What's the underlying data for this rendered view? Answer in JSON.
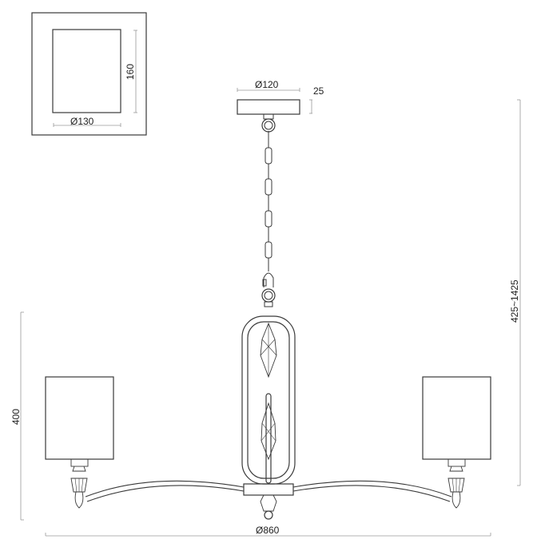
{
  "drawing": {
    "title": "Chandelier dimension drawing",
    "colors": {
      "line": "#3a3a3a",
      "dim": "#9a9a9a",
      "text": "#222222",
      "bg": "#ffffff"
    }
  },
  "inset": {
    "shade_diameter": "Ø130",
    "shade_height": "160"
  },
  "canopy": {
    "diameter": "Ø120",
    "height": "25"
  },
  "overall": {
    "height_range": "425~1425",
    "body_height": "400",
    "width": "Ø860"
  }
}
